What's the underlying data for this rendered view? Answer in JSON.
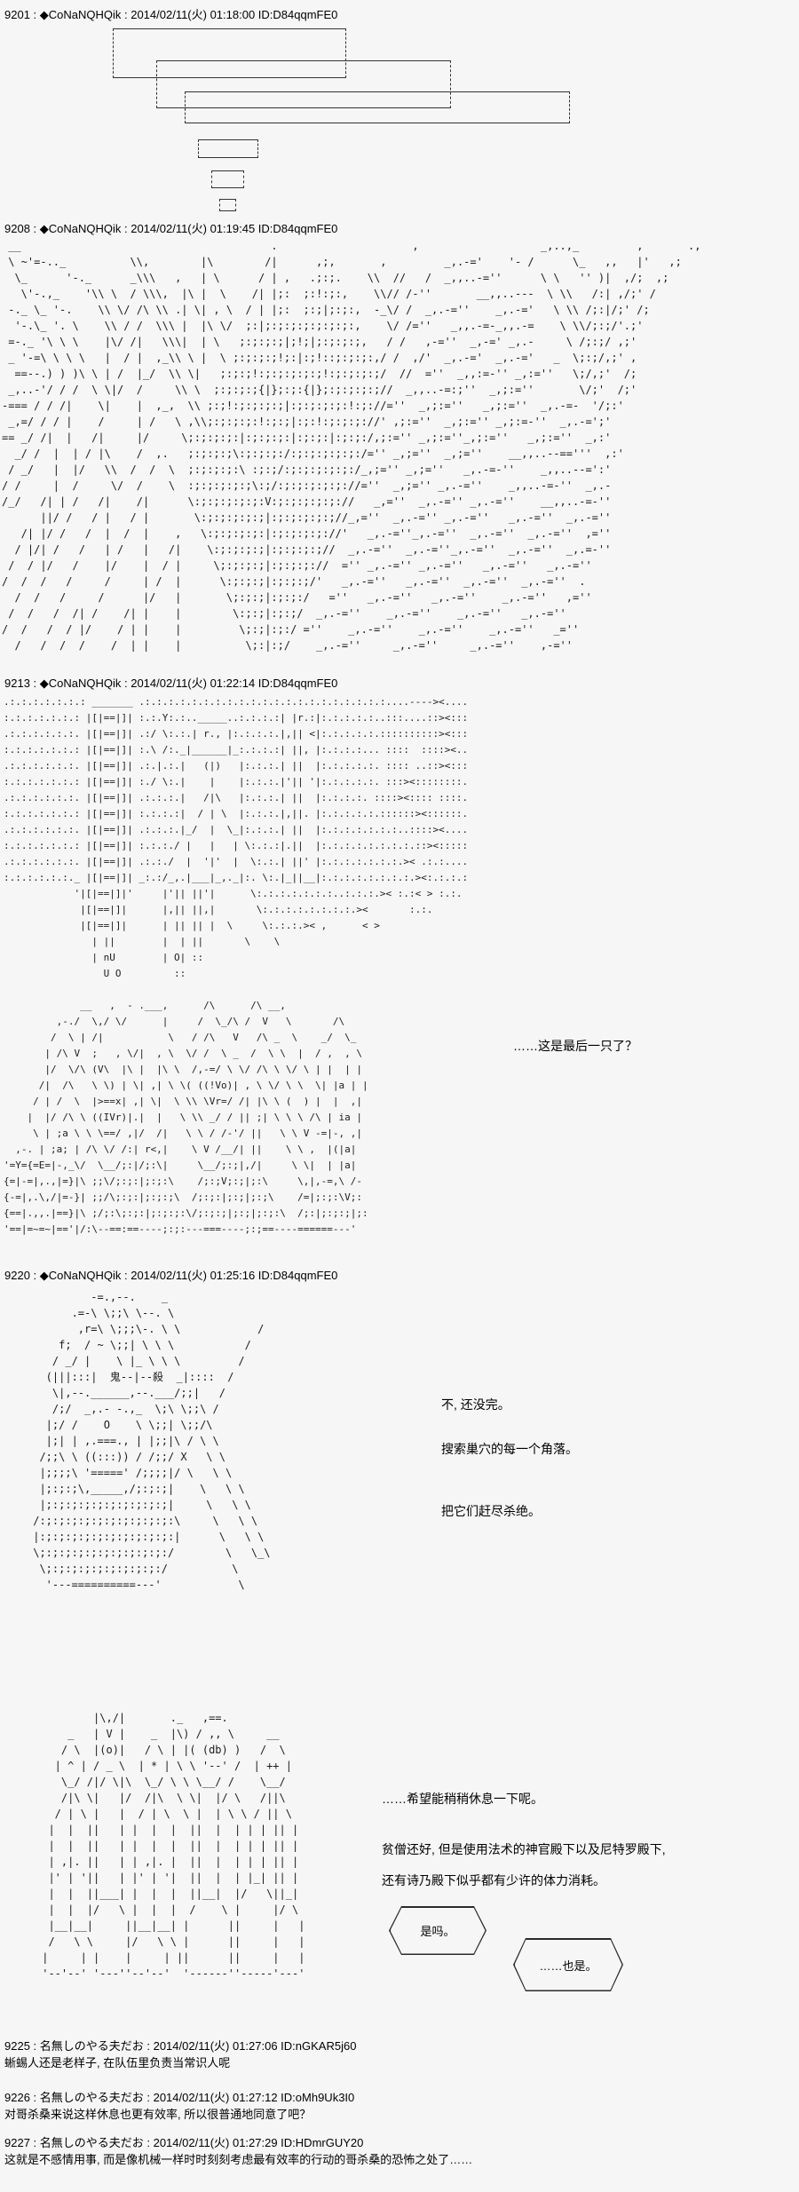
{
  "page": {
    "bg": "#f6f6f6",
    "fg": "#111111"
  },
  "posts": [
    {
      "header": "9201 : ◆CoNaNQHQik : 2014/02/11(火) 01:18:00 ID:D84qqmFE0"
    },
    {
      "header": "9208 : ◆CoNaNQHQik : 2014/02/11(火) 01:19:45 ID:D84qqmFE0"
    },
    {
      "header": "9213 : ◆CoNaNQHQik : 2014/02/11(火) 01:22:14 ID:D84qqmFE0"
    },
    {
      "header": "9220 : ◆CoNaNQHQik : 2014/02/11(火) 01:25:16 ID:D84qqmFE0"
    },
    {
      "header": "9225 : 名無しのやる夫だお : 2014/02/11(火) 01:27:06 ID:nGKAR5j60",
      "body": "蜥蜴人还是老样子, 在队伍里负责当常识人呢"
    },
    {
      "header": "9226 : 名無しのやる夫だお : 2014/02/11(火) 01:27:12 ID:oMh9Uk3I0",
      "body": "对哥杀桑来说这样休息也更有效率, 所以很普通地同意了吧？"
    },
    {
      "header": "9227 : 名無しのやる夫だお : 2014/02/11(火) 01:27:29 ID:HDmrGUY20",
      "body": "这就是不感情用事, 而是像机械一样时时刻刻考虑最有效率的行动的哥杀桑的恐怖之处了……"
    }
  ],
  "dialogues": {
    "last_one": "……这是最后一只了？",
    "p9220a": [
      "不, 还没完。",
      "搜索巢穴的每一个角落。",
      "把它们赶尽杀绝。"
    ],
    "p9220b": [
      "……希望能稍稍休息一下呢。",
      "贫僧还好, 但是使用法术的神官殿下以及尼特罗殿下,",
      "还有诗乃殿下似乎都有少许的体力消耗。"
    ]
  },
  "bubbles": [
    {
      "text": "是吗。"
    },
    {
      "text": "……也是。"
    }
  ],
  "aa_explosion": [
    " __                                       .                     ,                   _,..,_         ,       .,",
    " \\ ~'=-.._          \\\\,        |\\        /|      ,;,       ,         _,.-='    '- /      \\_   ,,   |'   ,;",
    "  \\_      '-._      _\\\\\\   ,   | \\      / | ,   .;:;.    \\\\  //   /  _,,..-=''      \\ \\   '' )|  ,/;  ,;",
    "   \\'-.,_    '\\\\ \\  / \\\\\\,  |\\ |  \\    /| |;:  ;:!:;:,    \\\\// /-''       __,,..---  \\ \\\\   /:| ,/;' /",
    " -._ \\_ '-.    \\\\ \\/ /\\ \\\\ .| \\| , \\  / | |;:  ;:;|;:;:,  -_\\/ /  _,.-=''    _,.-='   \\ \\\\ /;:|/;' /;",
    "  '-.\\_ '. \\    \\\\ / /  \\\\\\ |  |\\ \\/  ;:|;:;:;:;:;:;:;:,    \\/ /=''   _,,.-=-_,,.-=    \\ \\\\/;:;/'.;'",
    " =-._ '\\ \\ \\    |\\/ /|   \\\\\\|  | \\   ;:;:;:;|;!;|;:;:;:;,   / /   ,-=''  _,-=' _,.-     \\ /;:;/ ,;'",
    " _ '-=\\ \\ \\ \\   |  / |  ,_\\\\ \\ |  \\ ;:;:;:;!;:|:;!::;:;:;:,/ /  ,/'  _,.-='  _,.-='   _  \\;:;/,;' ,",
    "  ==--.) ) )\\ \\ | /  |_/  \\\\ \\|   ;:;:;!:;:;:;:;:;!:;:;:;:;/  //  =''  _,,:=-'' _,:=''   \\;/,;'  /;",
    " _,..-'/ / /  \\ \\|/  /     \\\\ \\  ;:;:;:;{|};:;:{|};:;:;:;:;//  _,,..-=:;''  _,;:=''       \\/;'  /;'",
    "-=== / / /|    \\|    |  ,_,  \\\\ ;:;!:;:;:;:;|:;:;:;:;:!:;://=''  _,;:=''   _,;:=''  _,.-=-  '/;:'",
    " _,=/ / / |    /     | /   \\ ,\\\\;:;:;:;:!:;:;|:;:!:;:;:;://' ,;:=''  _,;:='' _,;:=-''  _,.-=';'",
    "== _/ /|  |   /|     |/     \\;:;:;:;:|:;:;:;:|:;:;:|:;:;:/,;:='' _,;:=''_,;:=''   _,;:=''  _,:'",
    "  _/ /  |  | / |\\    /  ,.   ;:;:;:;\\:;:;:;:/:;:;:;:;:;:/='' _,;=''  _,;=''    __,,..--=='''  ,:'",
    " / _/   |  |/   \\\\  /  /  \\  ;:;:;:;:\\ :;:;/:;:;:;:;:;:/_,;='' _,;=''   _,.-=-''    _,,..--=':'",
    "/ /     |  /     \\/  /    \\  :;:;:;:;:;\\:;/:;:;:;:;:;://=''  _,;='' _,.-=''    _,,..-=-''  _,.-",
    "/_/   /| | /   /|    /|      \\:;:;:;:;:;:V:;:;:;:;:;://   _,=''  _,.-='' _,.-=''    __,,..-=-''",
    "      ||/ /   / |   / |       \\:;:;:;:;:;|:;:;:;:;:;//_,=''  _,.-='' _,.-=''   _,.-=''  _,.-=''",
    "   /| |/ /   /  |  /  |    ,   \\:;:;:;:;:|:;:;:;:;://'   _,.-=''_,.-=''  _,.-=''  _,.-=''  ,=''",
    "  / |/| /   /   | /   |   /|    \\:;:;:;:;|:;:;:;:;//  _,.-=''  _,.-=''_,.-=''  _,.-=''  _,.=-''",
    " /  / |/   /    |/    |  / |     \\;:;:;:;|:;:;:;://  ='' _,.-='' _,.-=''   _,.-=''   _,.-=''",
    "/  /  /   /     /     | /  |      \\:;:;:;|:;:;:;/'   _,.-=''   _,.-=''  _,.-=''  _,.-=''  .",
    "  /  /   /     /      |/   |       \\;:;:;|:;:;:/   =''   _,.-=''   _,.-=''    _,.-=''   ,=''",
    " /  /   /  /| /    /| |    |        \\:;:;|:;:;/  _,.-=''    _,.-=''    _,.-=''   _,.-=''",
    "/  /   /  / |/    / | |    |         \\;:;|:;:/ =''    _,.-=''    _,.-=''    _,.-=''   _=''",
    "  /   /  /  /    /  | |    |          \\;:|:;/    _,.-=''     _,.-=''     _,.-=''    ,-=''"
  ],
  "aa_goblins": [
    ".:.:.:.:.:.:.: _______ .:.:.:.:.:.:.:.:.:.:.:.:.:.:.:.:.:.:.:.:.:....----><....",
    ":.:.:.:.:.:.: |[|==|]| :.:.Y:.:.._____..:.:.:.:| |r.:|:.:.:.:.:..:::....::><:::",
    ".:.:.:.:.:.:. |[|==|]| .:/ \\:.:.| r., |:.:.:.:.|,|| <|:.:.:.:.:.::::::::::><:::",
    ":.:.:.:.:.:.: |[|==|]| :.\\ /:._|______|_:.:.:.:| ||, |:.:.:.:... ::::  ::::><..",
    ".:.:.:.:.:.:. |[|==|]| .:.|.:.|   (|)   |:.:.:.| ||  |:.:.:.:.:. :::: ..::><:::",
    ":.:.:.:.:.:.: |[|==|]| :./ \\:.|    |    |:.:.:.|'|| '|:.:.:.:.:. :::><::::::::.",
    ".:.:.:.:.:.:. |[|==|]| .:.:.:.|   /|\\   |:.:.:.| ||  |:.:.:.:. ::::><:::: ::::.",
    ":.:.:.:.:.:.: |[|==|]| :.:.:.:|  / | \\  |:.:.:.|,||. |:.:.:.:.:.::::::><::::::.",
    ".:.:.:.:.:.:. |[|==|]| .:.:.:.|_/  |  \\_|:.:.:.| ||  |:.:.:.:.:.:.:..::::><....",
    ":.:.:.:.:.:.: |[|==|]| :.:.:./ |   |   | \\:.:.:|.||  |:.:.:.:.:.:.:.:.::><:::::",
    ".:.:.:.:.:.:. |[|==|]| .:.:./  |  '|'  |  \\:.:.| ||' |:.:.:.:.:.:.:.>< .:.:....",
    ":.:.:.:.:.:._ |[|==|]| _:.:/_,.|___|_,._|:. \\:.|_||__|:.:.:.:.:.:.:.:.><:.:.:.:",
    "            '|[|==|]|'     |'|| ||'|      \\:.:.:.:.:.:.:..:.:.:.>< :.:< > :.:.",
    "             |[|==|]|      |,|| ||,|       \\:.:.:.:.:.:.:.:.><       :.:.",
    "             |[|==|]|      | || || |  \\     \\:.:.:.>< ,      < >",
    "               | ||        |  | ||       \\    \\",
    "               | nU        | O| ::        ",
    "                 U O         ::",
    "",
    "             __   ,  - .___,      /\\      /\\ __,",
    "         ,-./  \\,/ \\/      |     /  \\_/\\ /  V   \\       /\\",
    "        /  \\ | /|           \\   / /\\   V   /\\ _  \\    _/  \\_",
    "       | /\\ V  ;   , \\/|  , \\  \\/ /  \\ _  /  \\ \\  |  / ,  , \\",
    "       |/  \\/\\ (V\\  |\\ |  |\\ \\  /,-=/ \\ \\/ /\\ \\ \\/ \\ | |  | |",
    "      /|  /\\   \\ \\) | \\| ,| \\ \\( ((!Vo)| , \\ \\/ \\ \\  \\| |a | |",
    "     / | /  \\  |>==x| ,| \\|  \\ \\\\ \\Vr=/ /| |\\ \\ (  ) |  |  ,|",
    "    |  |/ /\\ \\ ((IVr)|.|  |   \\ \\\\ _/ / || ;| \\ \\ \\ /\\ | ia |",
    "     \\ | ;a \\ \\ \\==/ ,|/  /|   \\ \\ / /-'/ ||   \\ \\ V -=|-, ,|",
    "  ,-. | ;a; | /\\ \\/ /:| r<,|    \\ V /__/| ||    \\ \\ ,  |(|a|",
    "'=Y={=E=|-,_\\/  \\__/;:|/;:\\|     \\__/;:;|,/|     \\ \\|  | |a|",
    "{=|-=|,.,|=}|\\ ;;\\/;:;:|;:;:\\    /;:;V;:;|;:\\     \\,|,-=,\\ /-",
    "{-=|,.\\,/|=-}| ;;/\\;:;:|;:;:;\\  /;:;:|;:;|;:;\\    /=|;:;:\\V;:",
    "{==|.,,.|==}|\\ ;/;:\\;:;:|;:;:;:\\/;:;:;|;:;|;:;:\\  /;:|;:;:;|;:",
    "'==|=~=~|=='|/:\\--==:==----;:;:---===----;:;==----======---'"
  ],
  "aa_slayer": [
    "          -=.,--.    _",
    "       .=-\\ \\;;\\ \\--. \\",
    "        ,r=\\ \\;;;\\-. \\ \\            /",
    "     f;  / ~ \\;;| \\ \\ \\           /",
    "    / _/ |    \\ |_ \\ \\ \\         /",
    "   (|||:::|  鬼--|--殺  _|::::  /",
    "    \\|,--.______,--.___/;;|   /",
    "    /;/  _,.- -.,_  \\;\\ \\;;\\ /",
    "   |;/ /    O    \\ \\;;| \\;;/\\",
    "   |;| | ,.===., | |;;|\\ / \\ \\",
    "  /;;\\ \\ ((:::)) / /;;/ X   \\ \\",
    "  |;;;;\\ '=====' /;;;;|/ \\   \\ \\",
    "  |;:;:;\\,_____,/;:;:;|    \\   \\ \\",
    "  |;:;:;:;:;:;:;:;:;:;|     \\   \\ \\",
    " /:;:;:;:;:;:;:;:;:;:;:\\     \\   \\ \\",
    " |:;:;:;:;:;:;:;:;:;:;:|      \\   \\ \\",
    " \\;:;:;:;:;:;:;:;:;:;:/        \\   \\_\\",
    "  \\;:;:;:;:;:;:;:;:;:/          \\",
    "   '---==========---'            \\"
  ],
  "aa_group": [
    "         |\\,/|       ._   ,==.",
    "     _   | V |    _  |\\) / ,, \\     __",
    "    / \\  |(o)|   / \\ | |( (db) )   /  \\",
    "   | ^ | / _ \\  | * | \\ \\ '--' /  | ++ |",
    "    \\_/ /|/ \\|\\  \\_/ \\ \\ \\__/ /    \\__/",
    "    /|\\ \\|   |/  /|\\  \\ \\|  |/ \\   /||\\",
    "   / | \\ |   |  / | \\  \\ |  | \\ \\ / || \\",
    "  |  |  ||   | |  |  |  ||  |  | | | || |",
    "  |  |  ||   | |  |  |  ||  |  | | | || |",
    "  | ,|. ||   | | ,|. |  ||  |  | | | || |",
    "  |' | '||   | |' | '|  ||  |  | |_| || |",
    "  |  |  ||___| |  |  |  ||__|  |/   \\||_|",
    "  |  |  |/   \\ |  |  |  /    \\ |     |/ \\",
    "  |__|__|     ||__|__| |      ||     |   |",
    "  /   \\ \\     |/   \\ \\ |      ||     |   |",
    " |     | |    |     | ||      ||     |   |",
    " '--'--' '---''--'--'  '------''-----'---'"
  ]
}
